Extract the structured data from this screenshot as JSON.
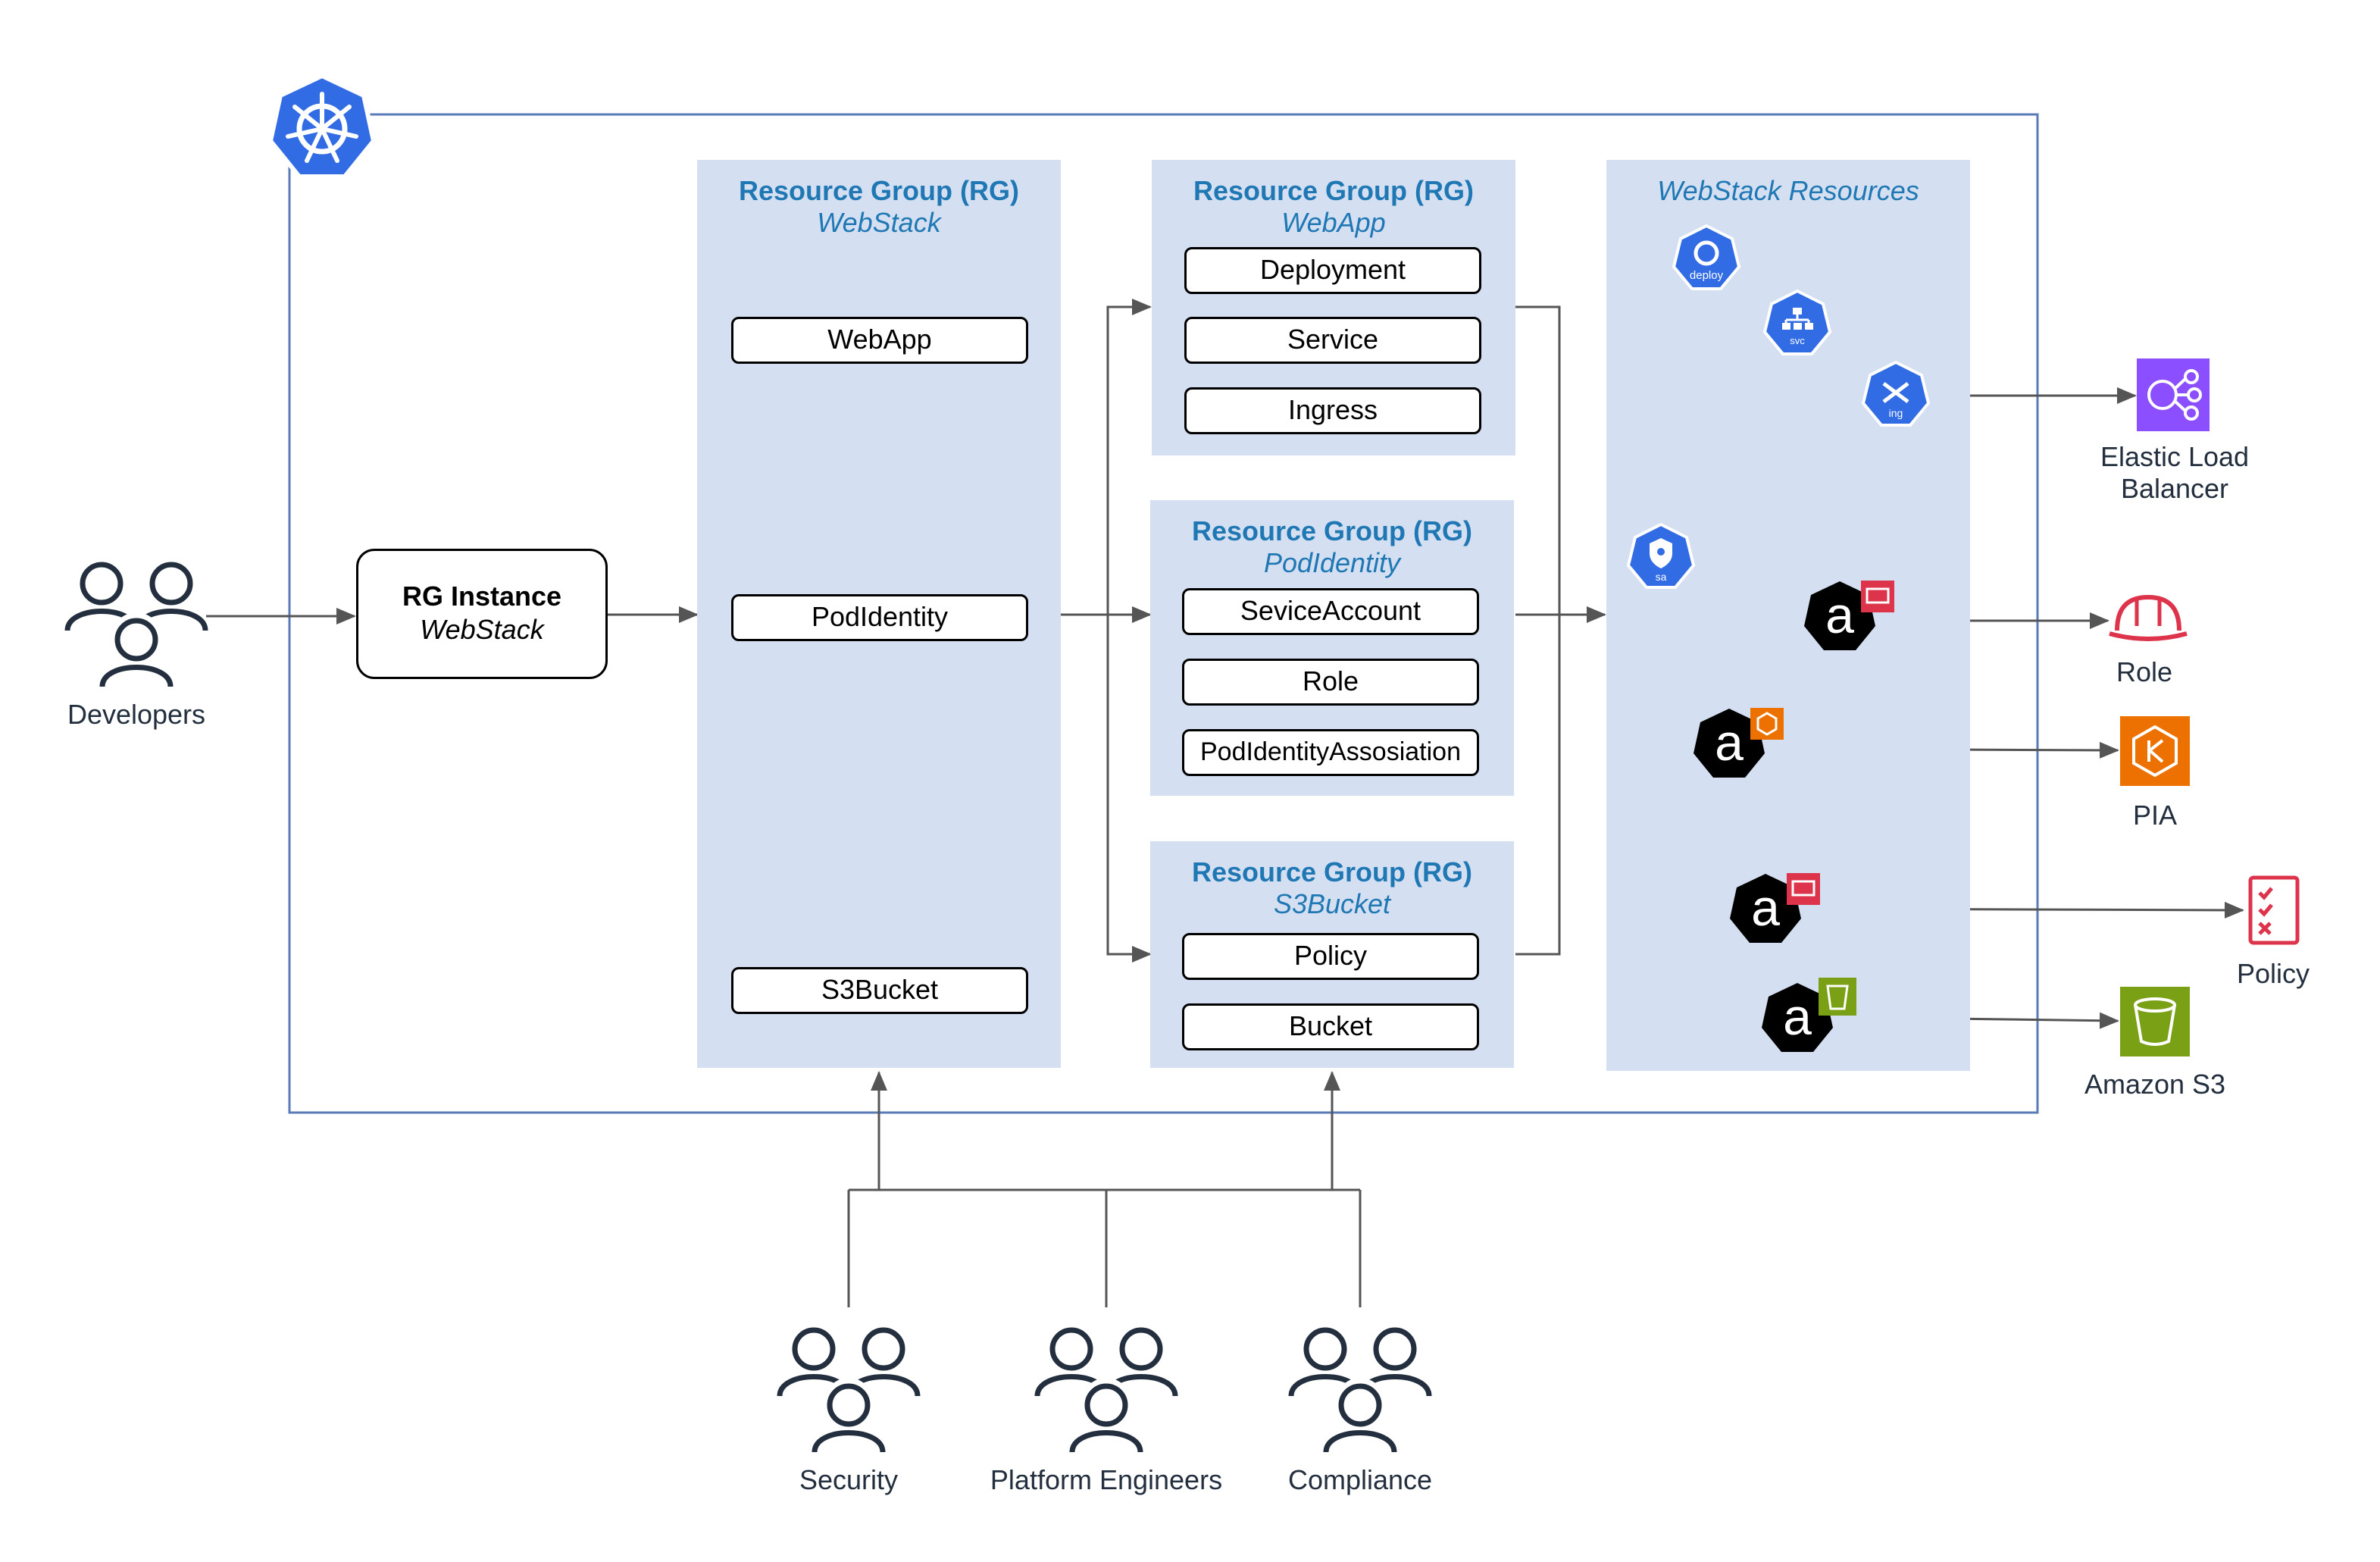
{
  "actors": {
    "developers": "Developers",
    "security": "Security",
    "platform_engineers": "Platform Engineers",
    "compliance": "Compliance"
  },
  "rg_instance": {
    "title": "RG Instance",
    "name": "WebStack"
  },
  "rg_webstack": {
    "title": "Resource Group (RG)",
    "name": "WebStack",
    "items": [
      "WebApp",
      "PodIdentity",
      "S3Bucket"
    ]
  },
  "rg_webapp": {
    "title": "Resource Group (RG)",
    "name": "WebApp",
    "items": [
      "Deployment",
      "Service",
      "Ingress"
    ]
  },
  "rg_podidentity": {
    "title": "Resource Group (RG)",
    "name": "PodIdentity",
    "items": [
      "SeviceAccount",
      "Role",
      "PodIdentityAssosiation"
    ]
  },
  "rg_s3bucket": {
    "title": "Resource Group (RG)",
    "name": "S3Bucket",
    "items": [
      "Policy",
      "Bucket"
    ]
  },
  "webstack_resources": {
    "title": "WebStack Resources",
    "k8s_icons": {
      "deploy": "deploy",
      "svc": "svc",
      "ing": "ing",
      "sa": "sa"
    },
    "ack_glyph": "a"
  },
  "aws": {
    "elb_line1": "Elastic Load",
    "elb_line2": "Balancer",
    "role": "Role",
    "pia": "PIA",
    "policy": "Policy",
    "s3": "Amazon S3"
  },
  "colors": {
    "panel": "#d4dff1",
    "rg_title": "#1f78b4",
    "cluster_border": "#5a7bb8",
    "k8s_blue": "#326ce5",
    "arrow": "#555555",
    "elb_purple": "#8c4fff",
    "iam_red": "#dd344c",
    "eks_orange": "#ed7100",
    "s3_green": "#7aa116",
    "text_dark": "#232f3e"
  }
}
